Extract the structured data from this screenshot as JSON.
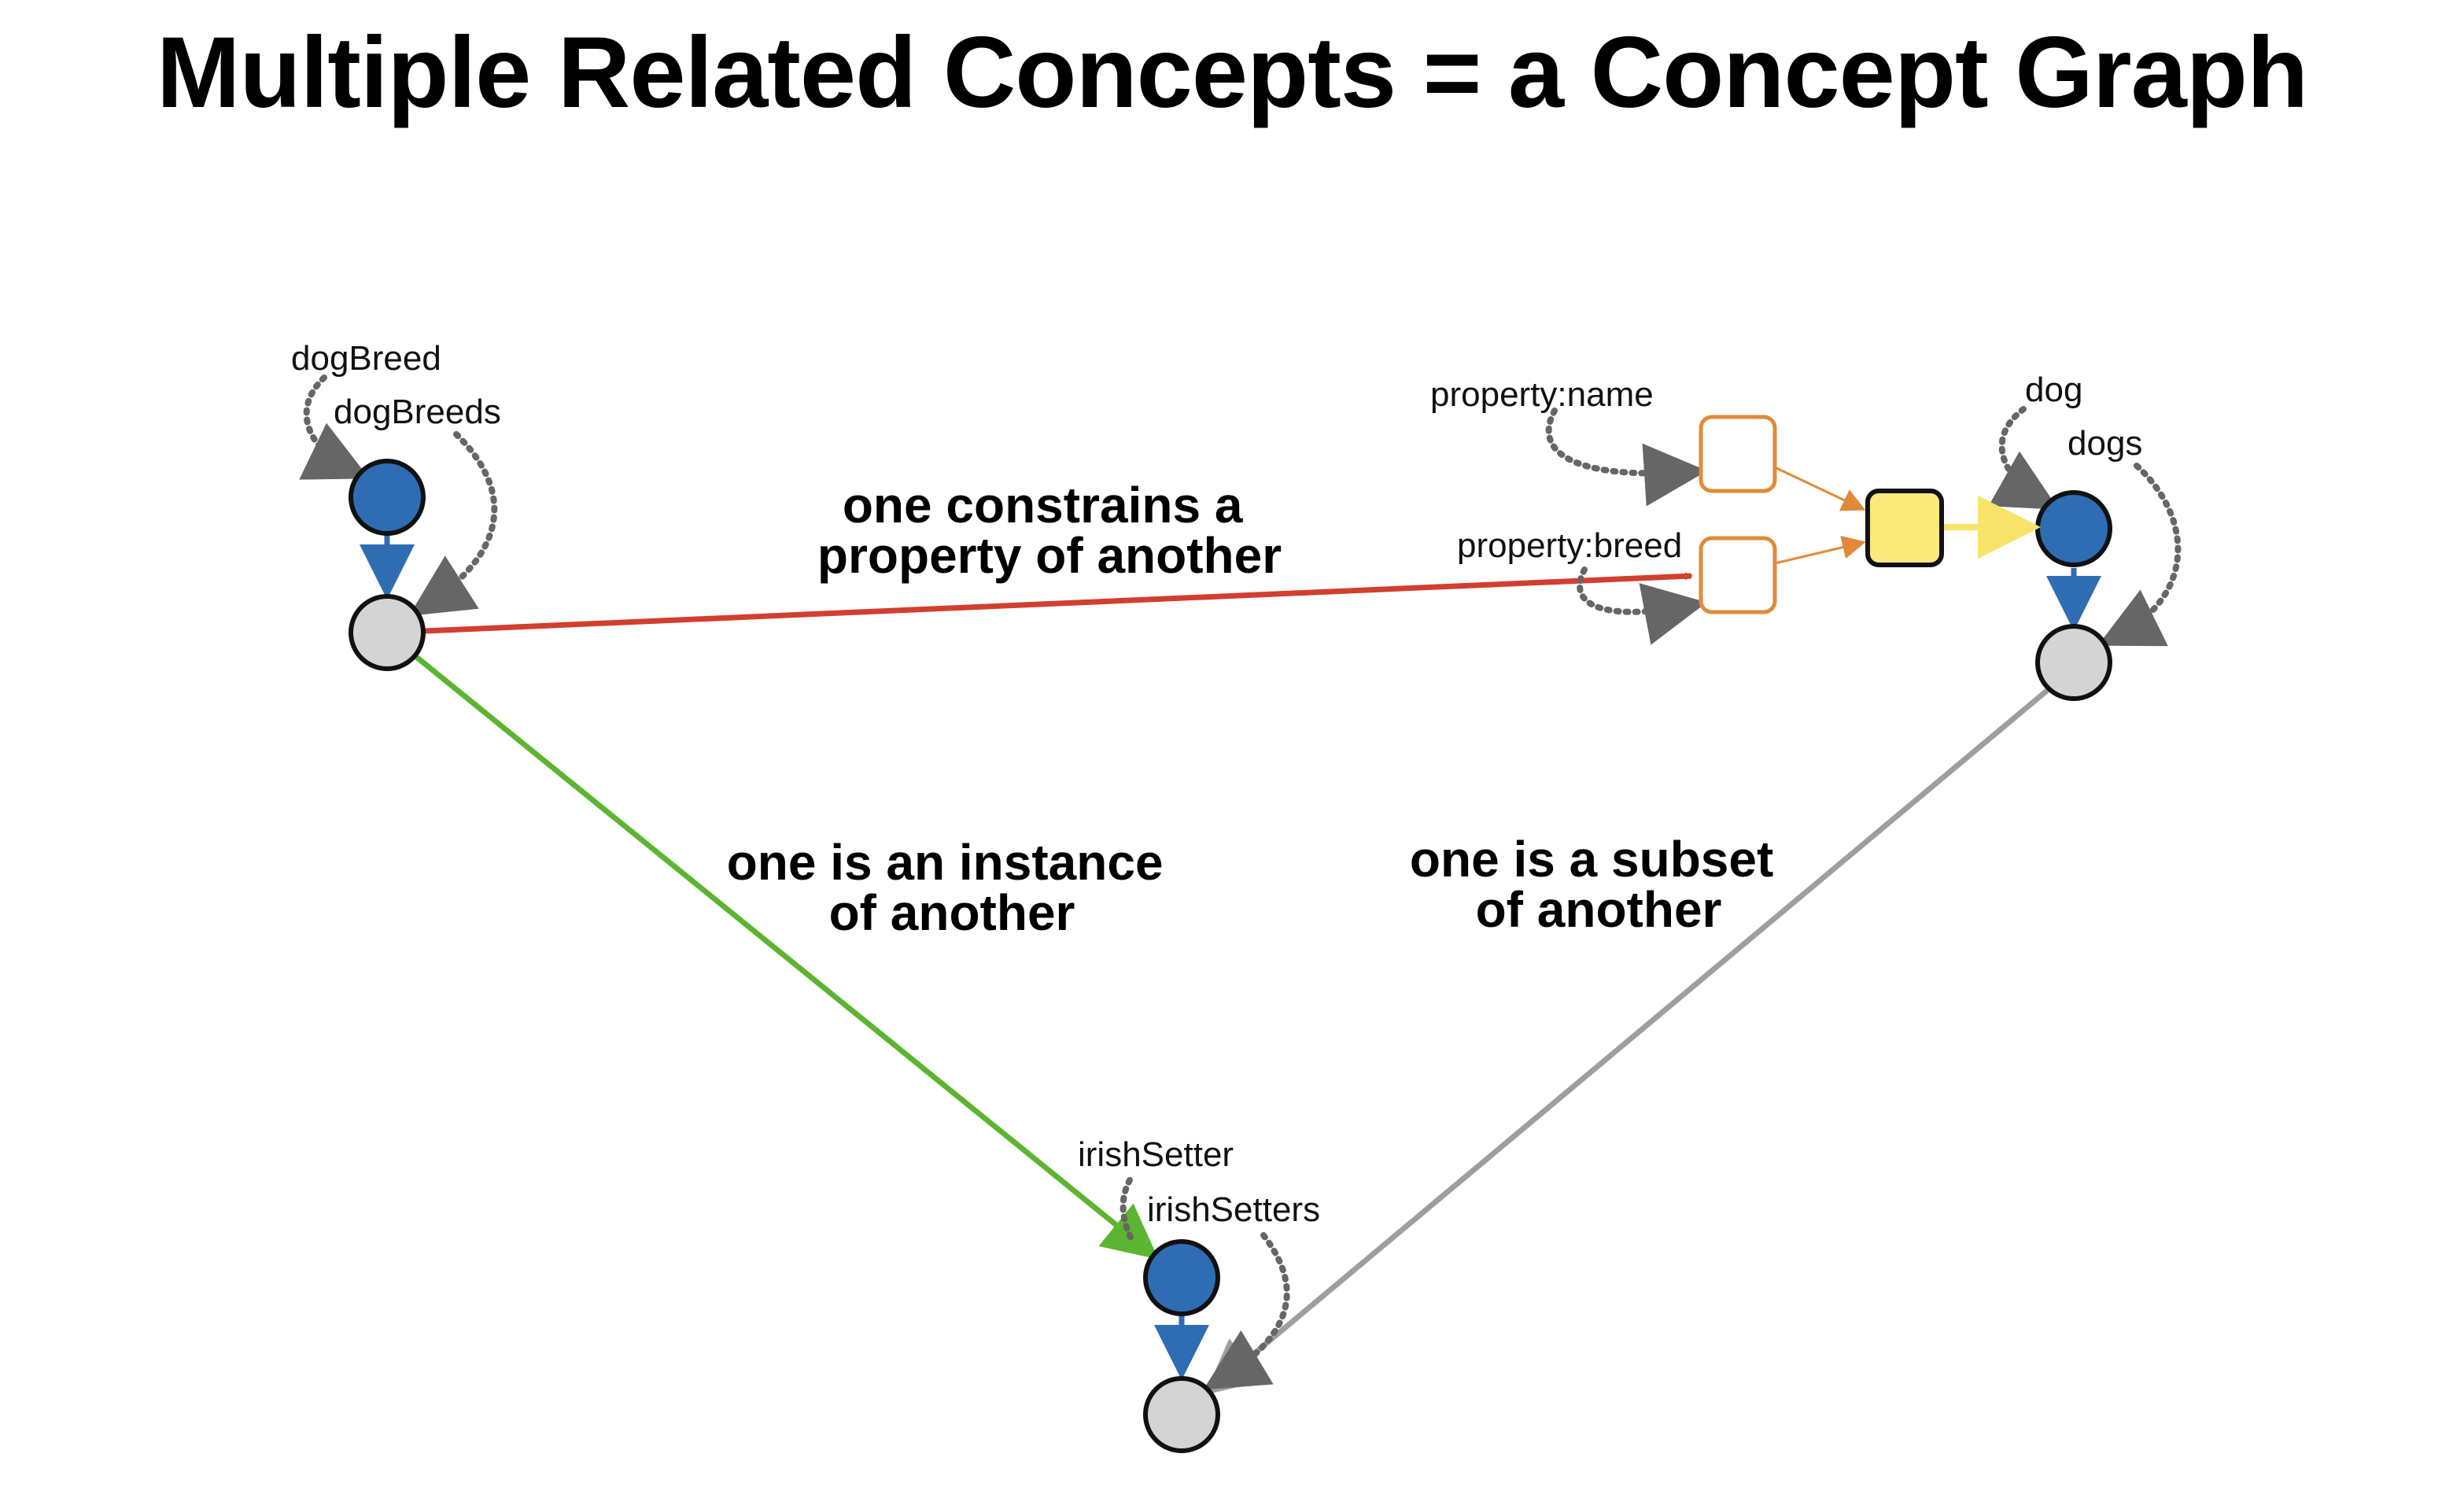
{
  "title": "Multiple Related Concepts = a Concept Graph",
  "colors": {
    "concept_node_fill": "#2e6db4",
    "set_node_fill": "#d4d4d4",
    "node_outline": "#111111",
    "property_box_stroke": "#e08a3a",
    "property_join_fill": "#fbe97a",
    "yellow_link": "#f7e26a",
    "instance_link": "#5cb531",
    "constraint_link": "#d13f2f",
    "subset_link": "#9e9e9e",
    "label_link": "#666666",
    "concept_to_set_link": "#2e6db4"
  },
  "concepts": {
    "dogBreed": {
      "singular": "dogBreed",
      "plural": "dogBreeds"
    },
    "dog": {
      "singular": "dog",
      "plural": "dogs"
    },
    "irishSetter": {
      "singular": "irishSetter",
      "plural": "irishSetters"
    }
  },
  "properties": {
    "name": "property:name",
    "breed": "property:breed"
  },
  "relations": {
    "constraint": [
      "one constrains a",
      "property of another"
    ],
    "instance": [
      "one is an instance",
      "of another"
    ],
    "subset": [
      "one is a subset",
      "of another"
    ]
  }
}
